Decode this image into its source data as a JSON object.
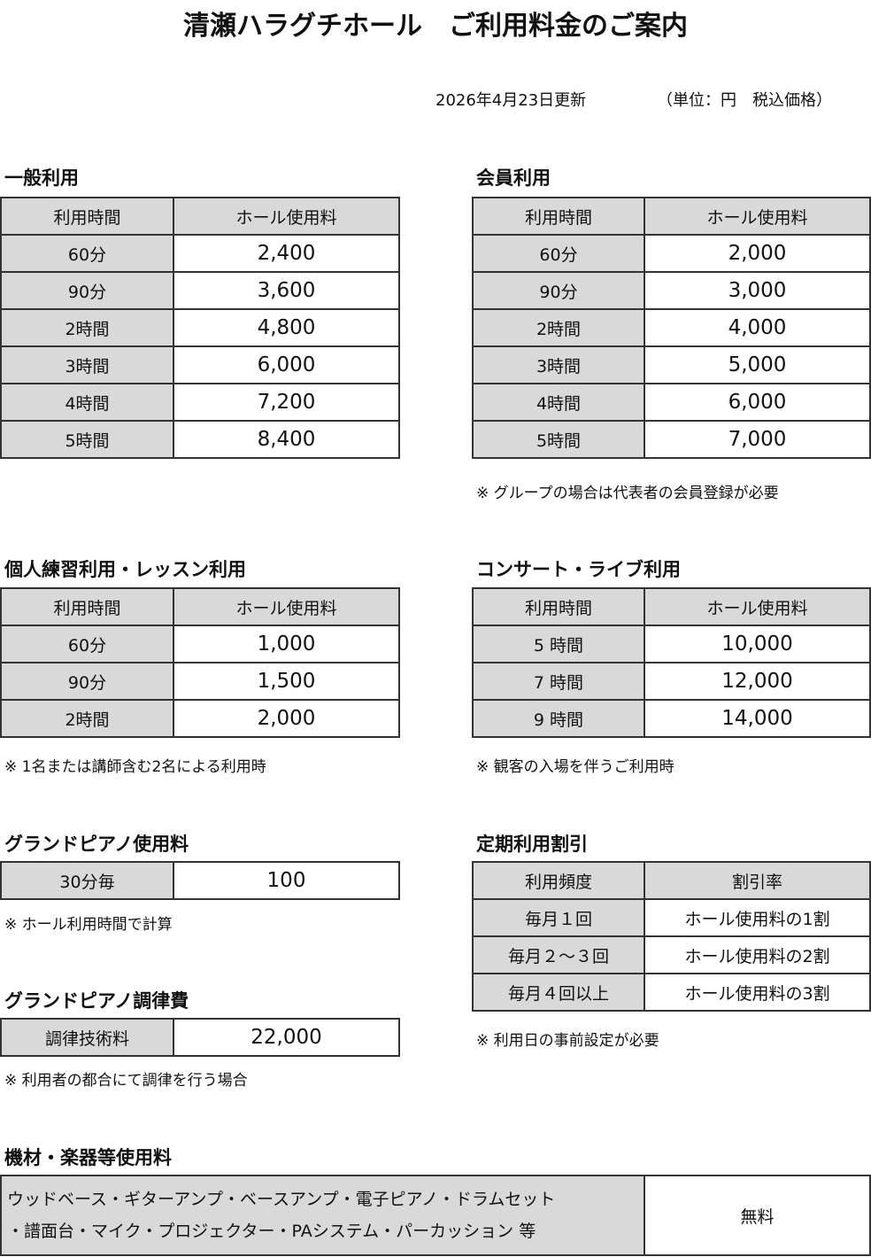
{
  "title": "清瀬ハラグチホール　ご利用料金のご案内",
  "updated": "2026年4月23日更新",
  "unit": "（単位：円　税込価格）",
  "general": {
    "heading": "一般利用",
    "headers": [
      "利用時間",
      "ホール使用料"
    ],
    "rows": [
      [
        "60分",
        "2,400"
      ],
      [
        "90分",
        "3,600"
      ],
      [
        "2時間",
        "4,800"
      ],
      [
        "3時間",
        "6,000"
      ],
      [
        "4時間",
        "7,200"
      ],
      [
        "5時間",
        "8,400"
      ]
    ]
  },
  "member": {
    "heading": "会員利用",
    "headers": [
      "利用時間",
      "ホール使用料"
    ],
    "rows": [
      [
        "60分",
        "2,000"
      ],
      [
        "90分",
        "3,000"
      ],
      [
        "2時間",
        "4,000"
      ],
      [
        "3時間",
        "5,000"
      ],
      [
        "4時間",
        "6,000"
      ],
      [
        "5時間",
        "7,000"
      ]
    ],
    "note": "※ グループの場合は代表者の会員登録が必要"
  },
  "personal": {
    "heading": "個人練習利用・レッスン利用",
    "headers": [
      "利用時間",
      "ホール使用料"
    ],
    "rows": [
      [
        "60分",
        "1,000"
      ],
      [
        "90分",
        "1,500"
      ],
      [
        "2時間",
        "2,000"
      ]
    ],
    "note": "※ 1名または講師含む2名による利用時"
  },
  "concert": {
    "heading": "コンサート・ライブ利用",
    "headers": [
      "利用時間",
      "ホール使用料"
    ],
    "rows": [
      [
        "5 時間",
        "10,000"
      ],
      [
        "7 時間",
        "12,000"
      ],
      [
        "9 時間",
        "14,000"
      ]
    ],
    "note": "※ 観客の入場を伴うご利用時"
  },
  "piano": {
    "heading": "グランドピアノ使用料",
    "rows": [
      [
        "30分毎",
        "100"
      ]
    ],
    "note": "※ ホール利用時間で計算"
  },
  "tuning": {
    "heading": "グランドピアノ調律費",
    "rows": [
      [
        "調律技術料",
        "22,000"
      ]
    ],
    "note": "※ 利用者の都合にて調律を行う場合"
  },
  "regular": {
    "heading": "定期利用割引",
    "headers": [
      "利用頻度",
      "割引率"
    ],
    "rows": [
      [
        "毎月１回",
        "ホール使用料の1割"
      ],
      [
        "毎月２〜３回",
        "ホール使用料の2割"
      ],
      [
        "毎月４回以上",
        "ホール使用料の3割"
      ]
    ],
    "note": "※ 利用日の事前設定が必要"
  },
  "equipment": {
    "heading": "機材・楽器等使用料",
    "line1": "ウッドベース・ギターアンプ・ベースアンプ・電子ピアノ・ドラムセット",
    "line2": "・譜面台・マイク・プロジェクター・PAシステム・パーカッション 等",
    "price": "無料"
  }
}
